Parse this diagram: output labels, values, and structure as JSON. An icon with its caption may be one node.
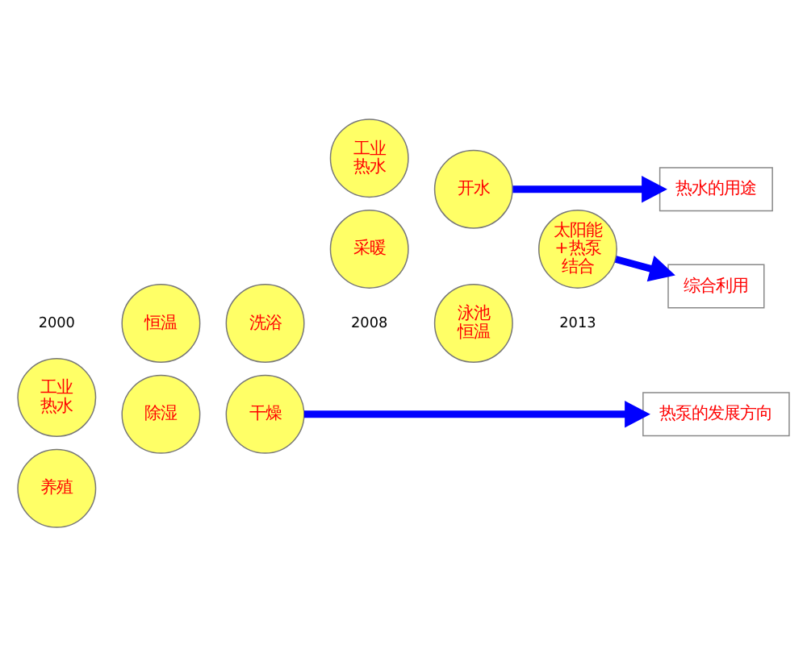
{
  "diagram": {
    "nodes": [
      {
        "text": [
          "养殖"
        ]
      },
      {
        "text": [
          "除湿"
        ]
      },
      {
        "text": [
          "干燥"
        ]
      },
      {
        "text": [
          "工业热水"
        ]
      },
      {
        "text": [
          "恒温"
        ]
      },
      {
        "text": [
          "洗浴"
        ]
      },
      {
        "text": [
          "采暖"
        ]
      },
      {
        "text": [
          "开水"
        ]
      },
      {
        "text": [
          "工业热水"
        ]
      },
      {
        "text": [
          "泳池恒温"
        ]
      },
      {
        "text": [
          "太阳能+热泵结合"
        ]
      },
      {
        "text": [
          "热泵的发展方向"
        ]
      },
      {
        "text": [
          "热水的用途"
        ]
      },
      {
        "text": [
          "综合利用"
        ]
      }
    ],
    "edges": [
      {
        "from": 2,
        "to": 11,
        "arrow": "to"
      },
      {
        "from": 7,
        "to": 12,
        "arrow": "to"
      },
      {
        "from": 10,
        "to": 13,
        "arrow": "to"
      }
    ],
    "labels": [
      "2000",
      "2008",
      "2013"
    ]
  }
}
